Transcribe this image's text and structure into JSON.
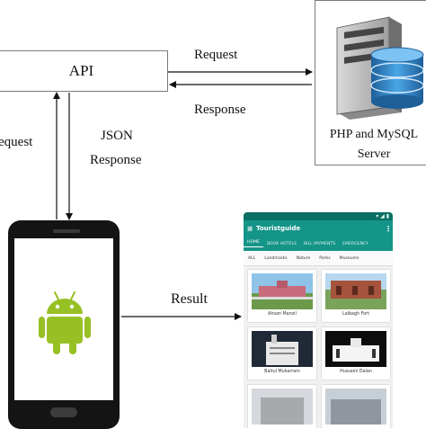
{
  "api": {
    "label": "API"
  },
  "server": {
    "caption": "PHP and MySQL\nServer"
  },
  "arrows": {
    "request_top": "Request",
    "response_top": "Response",
    "request_left": "equest",
    "json_line1": "JSON",
    "json_line2": "Response",
    "result": "Result"
  },
  "app": {
    "title": "Touristguide",
    "tabs": [
      "HOME",
      "BOOK HOTELS",
      "BILL PAYMENTS",
      "EMERGENCY"
    ],
    "filters": [
      "ALL",
      "Landmarks",
      "Nature",
      "Parks",
      "Museums"
    ],
    "places": [
      "Ahsan Manzil",
      "Lalbagh Fort",
      "Baitul Mukarram",
      "Hussaini Dalan",
      "",
      ""
    ]
  },
  "colors": {
    "app_primary": "#159488",
    "app_status": "#0b6f66",
    "android_green": "#97c024",
    "phone_body": "#141414",
    "server_blue": "#2f86c6"
  },
  "icons": [
    "server-icon",
    "database-icon",
    "android-robot-icon",
    "menu-icon",
    "more-options-icon"
  ]
}
